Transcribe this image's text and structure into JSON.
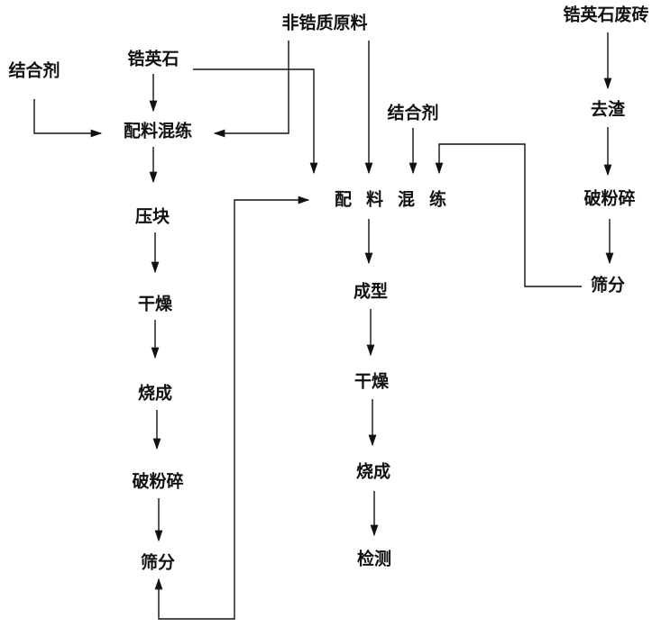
{
  "labels": {
    "binder_left": "结合剂",
    "zircon": "锆英石",
    "nonzircon": "非锆质原料",
    "zircon_waste": "锆英石废砖",
    "binder_mid": "结合剂",
    "remove_slag": "去渣",
    "mix_left": "配料混练",
    "press_block": "压块",
    "dry_left": "干燥",
    "fire_left": "烧成",
    "crush_left": "破粉碎",
    "sieve_left": "筛分",
    "mix_main": "配料混练",
    "forming": "成型",
    "dry_mid": "干燥",
    "fire_mid": "烧成",
    "inspect": "检测",
    "crush_right": "破粉碎",
    "sieve_right": "筛分"
  }
}
